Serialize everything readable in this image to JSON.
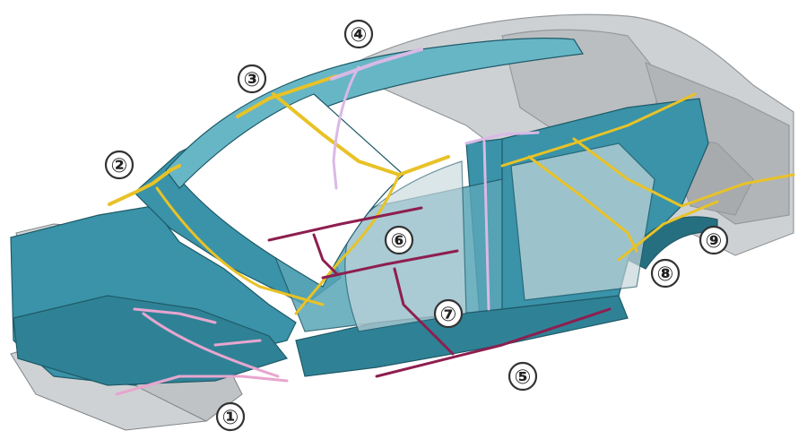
{
  "figure": {
    "colors": {
      "background": "#ffffff",
      "body_panel": "#3a93a8",
      "body_panel_dark": "#266f80",
      "body_panel_light": "#67b6c6",
      "wire_gray": "#8a8f92",
      "highlight_yellow": "#e8c227",
      "highlight_pink": "#e7a6cf",
      "highlight_lavender": "#d9b9e6",
      "highlight_maroon": "#8e1e4f",
      "callout_ring": "#333333",
      "callout_text": "#222222"
    },
    "callouts": [
      {
        "id": "1",
        "label": "①"
      },
      {
        "id": "2",
        "label": "②"
      },
      {
        "id": "3",
        "label": "③"
      },
      {
        "id": "4",
        "label": "④"
      },
      {
        "id": "5",
        "label": "⑤"
      },
      {
        "id": "6",
        "label": "⑥"
      },
      {
        "id": "7",
        "label": "⑦"
      },
      {
        "id": "8",
        "label": "⑧"
      },
      {
        "id": "9",
        "label": "⑨"
      }
    ]
  }
}
